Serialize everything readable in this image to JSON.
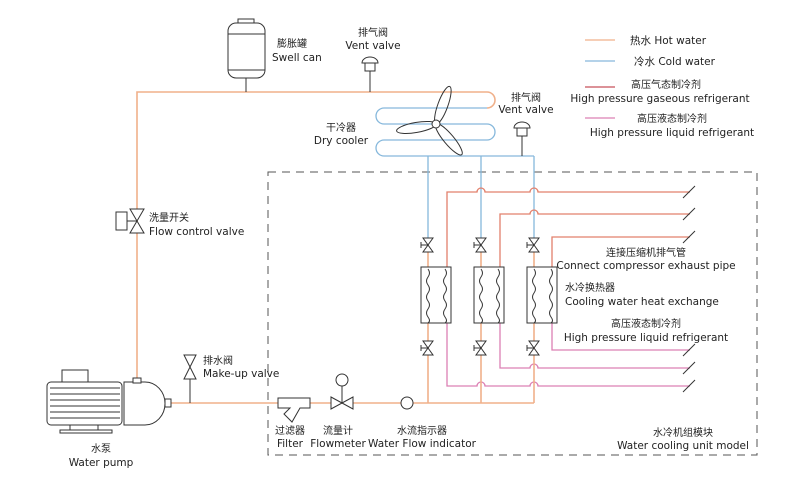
{
  "colors": {
    "hot_water": "#f0b08a",
    "cold_water": "#86b8dc",
    "gaseous_refrigerant": "#e2806c",
    "liquid_refrigerant": "#dc80b4"
  },
  "legend": [
    {
      "text": "热水 Hot water"
    },
    {
      "text": "冷水 Cold water"
    },
    {
      "cn": "高压气态制冷剂",
      "en": "High pressure gaseous refrigerant"
    },
    {
      "cn": "高压液态制冷剂",
      "en": "High pressure liquid refrigerant"
    }
  ],
  "labels": {
    "swell_can": {
      "cn": "膨胀罐",
      "en": "Swell can"
    },
    "vent_valve_1": {
      "cn": "排气阀",
      "en": "Vent valve"
    },
    "vent_valve_2": {
      "cn": "排气阀",
      "en": "Vent valve"
    },
    "dry_cooler": {
      "cn": "干冷器",
      "en": "Dry cooler"
    },
    "flow_control_valve": {
      "cn": "洗量开关",
      "en": "Flow control valve"
    },
    "make_up_valve": {
      "cn": "排水阀",
      "en": "Make-up valve"
    },
    "water_pump": {
      "cn": "水泵",
      "en": "Water pump"
    },
    "filter": {
      "cn": "过滤器",
      "en": "Filter"
    },
    "flowmeter": {
      "cn": "流量计",
      "en": "Flowmeter"
    },
    "flow_indicator": {
      "cn": "水流指示器",
      "en": "Water Flow indicator"
    },
    "compressor_pipe": {
      "cn": "连接压缩机排气管",
      "en": "Connect compressor exhaust pipe"
    },
    "heat_exchange": {
      "cn": "水冷换热器",
      "en": "Cooling water heat exchange"
    },
    "liquid_refrigerant": {
      "cn": "高压液态制冷剂",
      "en": "High pressure liquid refrigerant"
    },
    "unit_model": {
      "cn": "水冷机组模块",
      "en": "Water cooling unit model"
    }
  }
}
